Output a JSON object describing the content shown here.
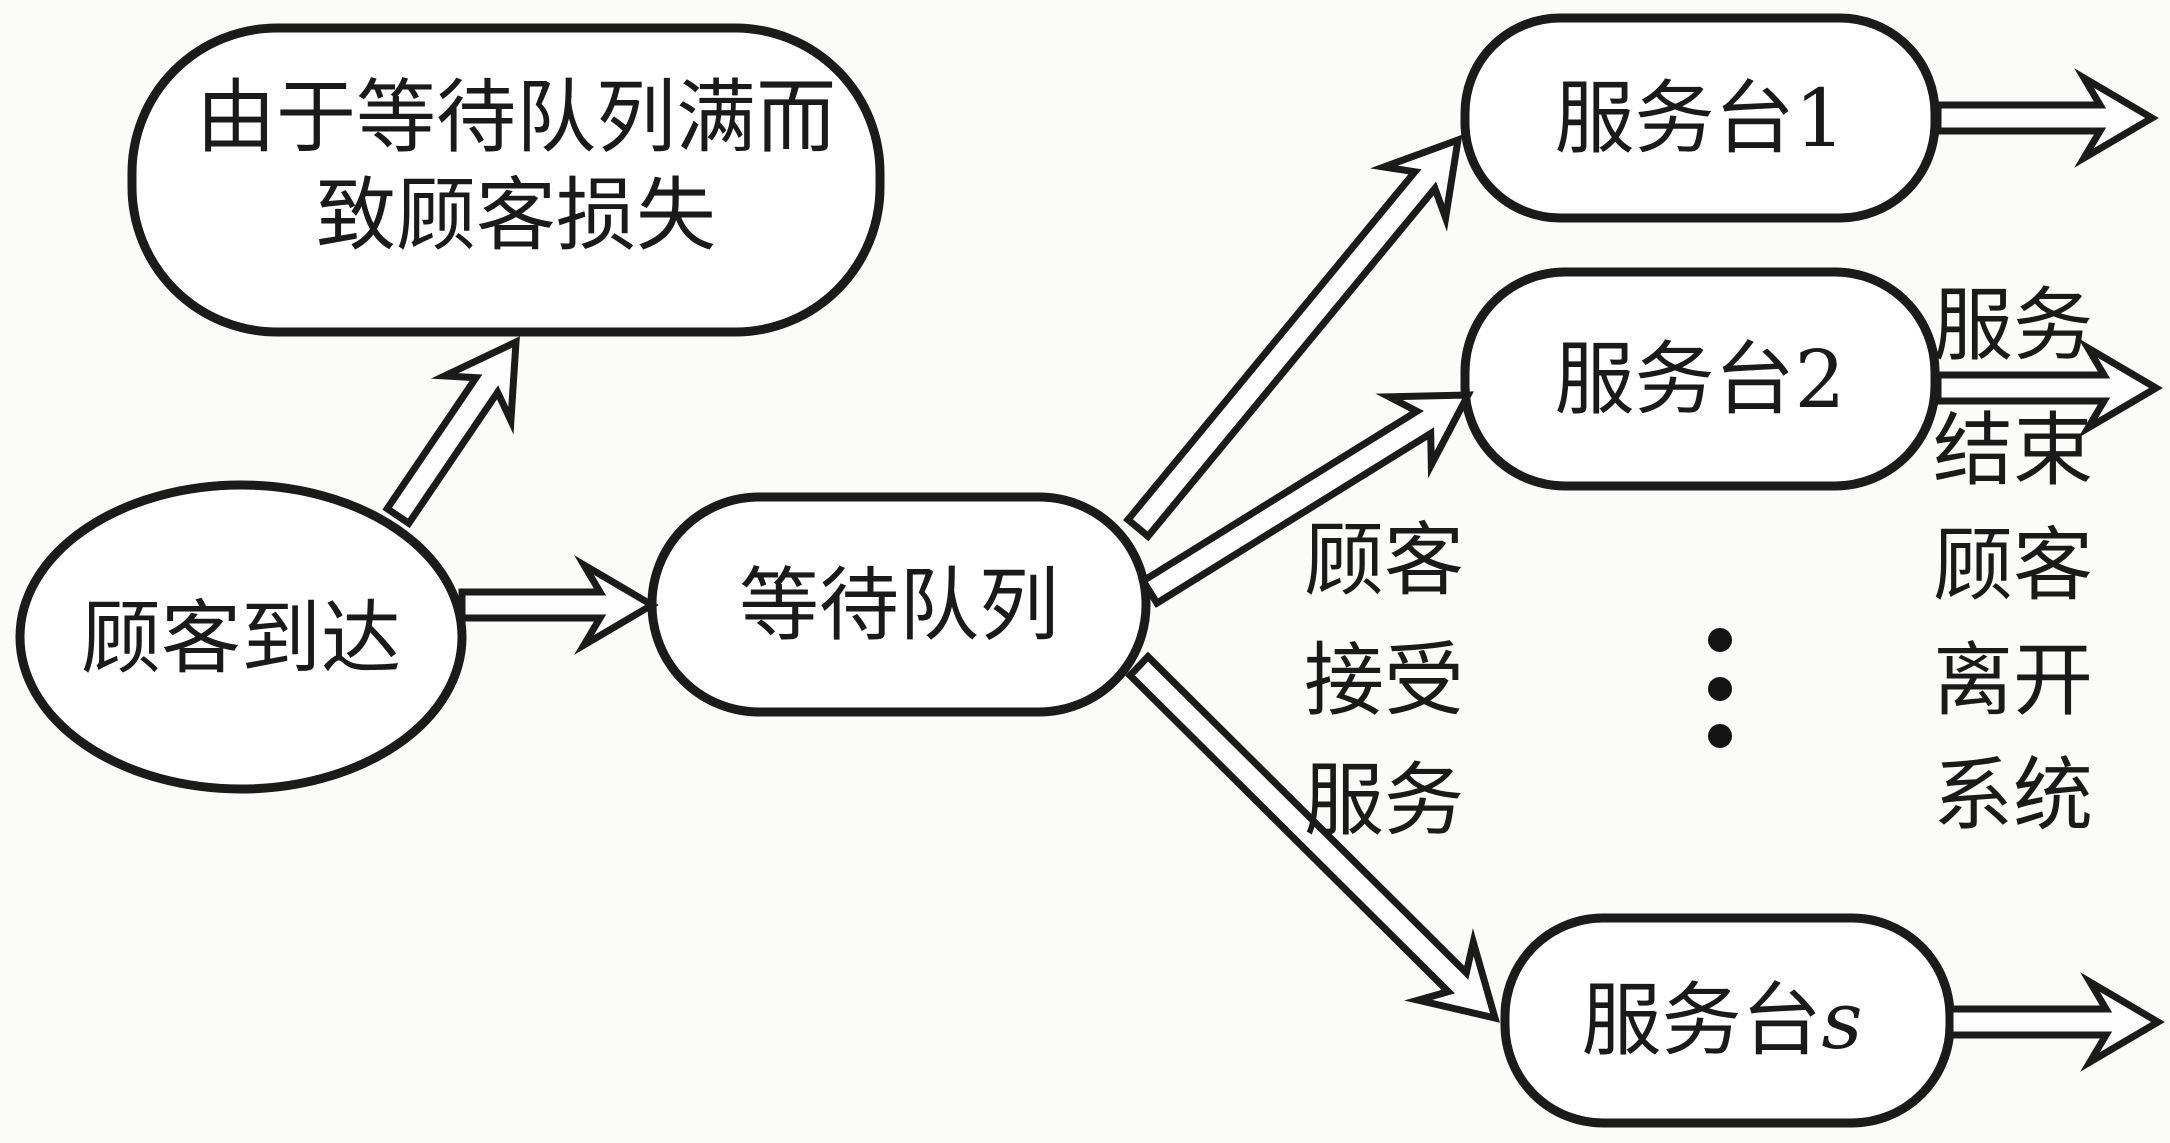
{
  "nodes": {
    "loss": {
      "line1": "由于等待队列满而",
      "line2": "致顾客损失"
    },
    "arrival": {
      "label": "顾客到达"
    },
    "queue": {
      "label": "等待队列"
    },
    "server1": {
      "label": "服务台1"
    },
    "server2": {
      "label": "服务台2"
    },
    "server_s": {
      "prefix": "服务台",
      "suffix": "s"
    }
  },
  "labels": {
    "receive": {
      "lines": [
        "顾客",
        "接受",
        "服务"
      ]
    },
    "exit": {
      "lines": [
        "服务",
        "结束",
        "顾客",
        "离开",
        "系统"
      ]
    }
  },
  "icons": {
    "more_servers": "vertical-ellipsis"
  },
  "edges": [
    {
      "from": "arrival",
      "to": "queue"
    },
    {
      "from": "arrival",
      "to": "loss"
    },
    {
      "from": "queue",
      "to": "server1"
    },
    {
      "from": "queue",
      "to": "server2"
    },
    {
      "from": "queue",
      "to": "server_s"
    },
    {
      "from": "server1",
      "to": "system-exit"
    },
    {
      "from": "server2",
      "to": "system-exit"
    },
    {
      "from": "server_s",
      "to": "system-exit"
    }
  ],
  "colors": {
    "stroke": "#1b1b1b",
    "node_fill": "#ffffff",
    "background": "#fbfbfa"
  }
}
